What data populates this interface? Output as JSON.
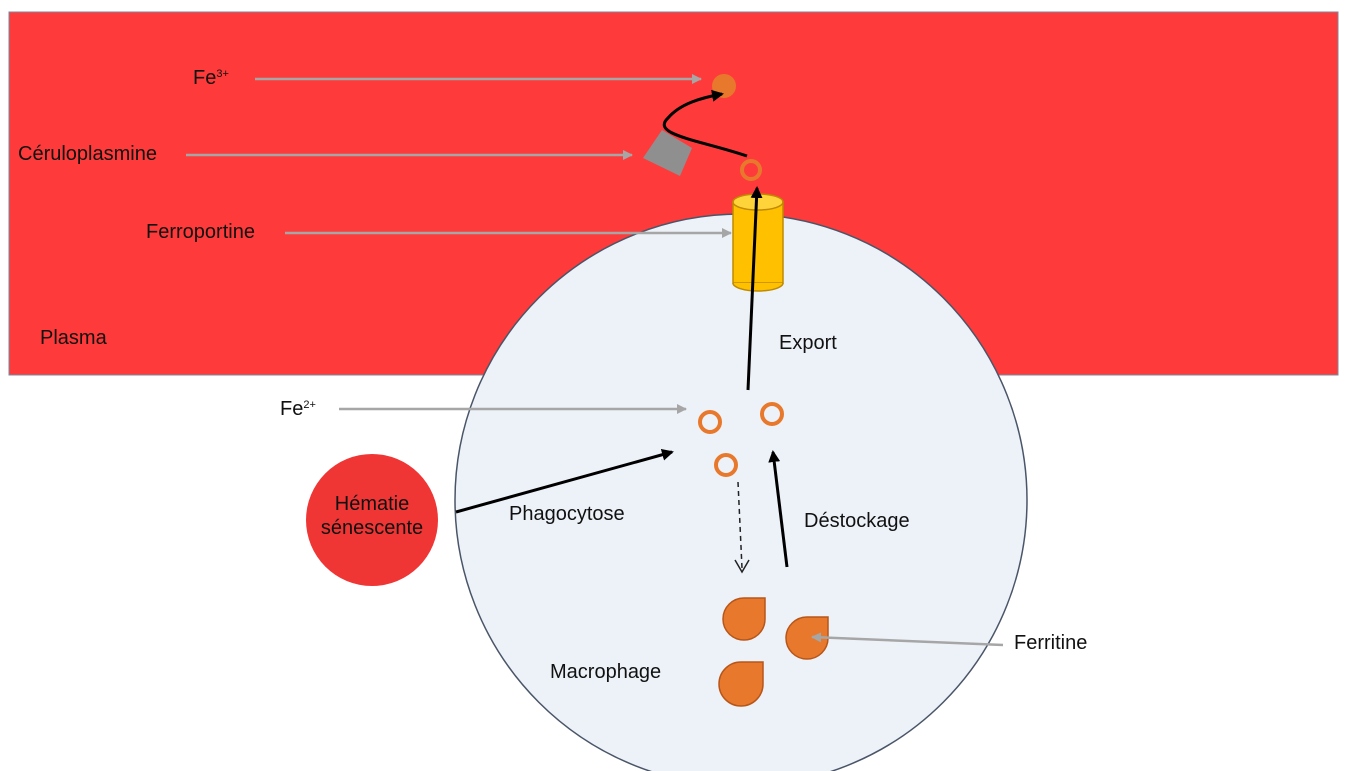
{
  "colors": {
    "plasma": "#ff3a3a",
    "macrophage_fill": "#edf2f9",
    "macrophage_stroke": "#4a5568",
    "iron_orange": "#e8792c",
    "ferroportin": "#ffc000",
    "ceruloplasmin": "#8f8f8f",
    "pointer_gray": "#a6a6a6",
    "arrow_black": "#000000",
    "erythrocyte": "#f03535"
  },
  "labels": {
    "fe3_base": "Fe",
    "fe3_sup": "3+",
    "ceruloplasmine": "Céruloplasmine",
    "ferroportine": "Ferroportine",
    "plasma": "Plasma",
    "export": "Export",
    "fe2_base": "Fe",
    "fe2_sup": "2+",
    "hematie_line1": "Hématie",
    "hematie_line2": "sénescente",
    "phagocytose": "Phagocytose",
    "destockage": "Déstockage",
    "ferritine": "Ferritine",
    "macrophage": "Macrophage"
  }
}
